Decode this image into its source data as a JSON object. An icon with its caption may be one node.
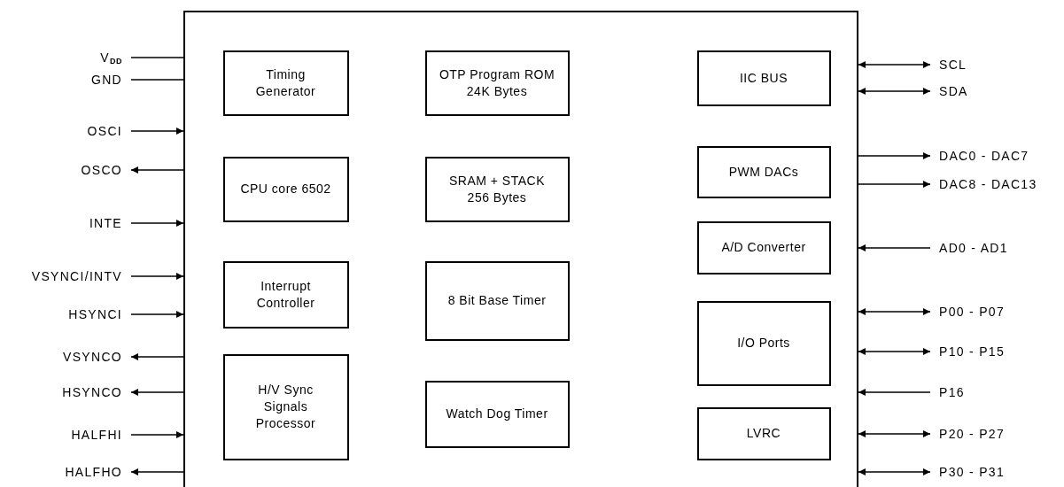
{
  "diagram": {
    "nodes": [
      {
        "text": [],
        "shape": "box"
      },
      {
        "text": [
          "Timing Generator"
        ],
        "in": 0
      },
      {
        "text": [
          "OTP Program ROM 24K Bytes"
        ],
        "in": 0
      },
      {
        "text": [
          "IIC BUS"
        ],
        "in": 0
      },
      {
        "text": [
          "CPU core 6502"
        ],
        "in": 0
      },
      {
        "text": [
          "SRAM + STACK 256 Bytes"
        ],
        "in": 0
      },
      {
        "text": [
          "PWM DACs"
        ],
        "in": 0
      },
      {
        "text": [
          "A/D Converter"
        ],
        "in": 0
      },
      {
        "text": [
          "Interrupt Controller"
        ],
        "in": 0
      },
      {
        "text": [
          "8 Bit Base Timer"
        ],
        "in": 0
      },
      {
        "text": [
          "I/O Ports"
        ],
        "in": 0
      },
      {
        "text": [
          "H/V Sync Signals Processor"
        ],
        "in": 0
      },
      {
        "text": [
          "Watch Dog Timer"
        ],
        "in": 0
      },
      {
        "text": [
          "LVRC"
        ],
        "in": 0
      },
      {
        "text": [
          "V$_{DD}$"
        ]
      },
      {
        "text": [
          "GND"
        ]
      },
      {
        "text": [
          "OSCI"
        ]
      },
      {
        "text": [
          "OSCO"
        ]
      },
      {
        "text": [
          "INTE"
        ]
      },
      {
        "text": [
          "VSYNCI/INTV"
        ]
      },
      {
        "text": [
          "HSYNCI"
        ]
      },
      {
        "text": [
          "VSYNCO"
        ]
      },
      {
        "text": [
          "HSYNCO"
        ]
      },
      {
        "text": [
          "HALFHI"
        ]
      },
      {
        "text": [
          "HALFHO"
        ]
      },
      {
        "text": [
          "SCL"
        ]
      },
      {
        "text": [
          "SDA"
        ]
      },
      {
        "text": [
          "DAC0 - DAC7"
        ]
      },
      {
        "text": [
          "DAC8 - DAC13"
        ]
      },
      {
        "text": [
          "AD0 - AD1"
        ]
      },
      {
        "text": [
          "P00 - P07"
        ]
      },
      {
        "text": [
          "P10 - P15"
        ]
      },
      {
        "text": [
          "P16"
        ]
      },
      {
        "text": [
          "P20 - P27"
        ]
      },
      {
        "text": [
          "P30 - P31"
        ]
      }
    ],
    "edges": [
      {
        "from": 14,
        "to": 0,
        "arrow": "none"
      },
      {
        "from": 15,
        "to": 0,
        "arrow": "none"
      },
      {
        "from": 16,
        "to": 0,
        "arrow": "to"
      },
      {
        "from": 0,
        "to": 17,
        "arrow": "to"
      },
      {
        "from": 18,
        "to": 0,
        "arrow": "to"
      },
      {
        "from": 19,
        "to": 0,
        "arrow": "to"
      },
      {
        "from": 20,
        "to": 0,
        "arrow": "to"
      },
      {
        "from": 0,
        "to": 21,
        "arrow": "to"
      },
      {
        "from": 0,
        "to": 22,
        "arrow": "to"
      },
      {
        "from": 23,
        "to": 0,
        "arrow": "to"
      },
      {
        "from": 0,
        "to": 24,
        "arrow": "to"
      },
      {
        "from": 0,
        "to": 25,
        "arrow": "both"
      },
      {
        "from": 0,
        "to": 26,
        "arrow": "both"
      },
      {
        "from": 0,
        "to": 27,
        "arrow": "to"
      },
      {
        "from": 0,
        "to": 28,
        "arrow": "to"
      },
      {
        "from": 29,
        "to": 0,
        "arrow": "to"
      },
      {
        "from": 0,
        "to": 30,
        "arrow": "both"
      },
      {
        "from": 0,
        "to": 31,
        "arrow": "both"
      },
      {
        "from": 32,
        "to": 0,
        "arrow": "to"
      },
      {
        "from": 0,
        "to": 33,
        "arrow": "both"
      },
      {
        "from": 0,
        "to": 34,
        "arrow": "both"
      }
    ]
  }
}
